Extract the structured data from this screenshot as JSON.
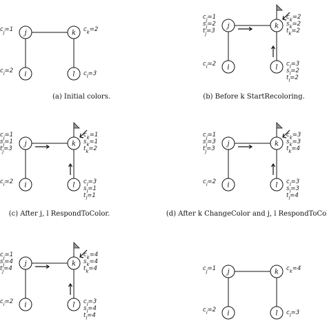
{
  "node_labels": {
    "j": "j",
    "k": "k",
    "i": "i",
    "l": "l"
  },
  "panels": [
    {
      "caption": "(a) Initial colors.",
      "flag": false,
      "arrows": {
        "j_to_k": false,
        "l_to_k": false,
        "flag_arrow": false
      },
      "ann": {
        "j": [
          "cj=1"
        ],
        "k": [
          "ck=2"
        ],
        "i": [
          "ci=2"
        ],
        "l": [
          "cl=3"
        ]
      }
    },
    {
      "caption": "(b) Before k StartRecoloring.",
      "flag": true,
      "arrows": {
        "j_to_k": true,
        "l_to_k": true,
        "flag_arrow": true
      },
      "ann": {
        "j": [
          "cj=1",
          "sj=2",
          "tj=3"
        ],
        "k": [
          "ck=2",
          "sk=2",
          "tk=2"
        ],
        "i": [
          "ci=2"
        ],
        "l": [
          "cl=3",
          "sl=2",
          "tl=2"
        ]
      }
    },
    {
      "caption": "(c) After j, l RespondToColor.",
      "flag": true,
      "arrows": {
        "j_to_k": true,
        "l_to_k": true,
        "flag_arrow": true
      },
      "ann": {
        "j": [
          "cj=1",
          "sj=1",
          "tj=3"
        ],
        "k": [
          "ck=1",
          "sk=1",
          "tk=2"
        ],
        "i": [
          "ci=2"
        ],
        "l": [
          "cl=3",
          "sl=1",
          "tl=1"
        ]
      }
    },
    {
      "caption": "(d) After k ChangeColor and j, l RespondToColor",
      "flag": true,
      "arrows": {
        "j_to_k": true,
        "l_to_k": true,
        "flag_arrow": true
      },
      "ann": {
        "j": [
          "cj=1",
          "sj=3",
          "tj=3"
        ],
        "k": [
          "ck=3",
          "sk=3",
          "tk=4"
        ],
        "i": [
          "ci=2"
        ],
        "l": [
          "cl=3",
          "sl=3",
          "tl=4"
        ]
      }
    },
    {
      "caption": "",
      "flag": true,
      "arrows": {
        "j_to_k": true,
        "l_to_k": true,
        "flag_arrow": true
      },
      "ann": {
        "j": [
          "cj=1",
          "sj=4",
          "tj=4"
        ],
        "k": [
          "ck=4",
          "sk=4",
          "tk=4"
        ],
        "i": [
          "ci=2"
        ],
        "l": [
          "cl=3",
          "sl=4",
          "tl=4"
        ]
      }
    },
    {
      "caption": "",
      "flag": false,
      "arrows": {
        "j_to_k": false,
        "l_to_k": false,
        "flag_arrow": false
      },
      "ann": {
        "j": [
          "cj=1"
        ],
        "k": [
          "ck=4"
        ],
        "i": [
          "ci=2"
        ],
        "l": [
          "cl=3"
        ]
      }
    }
  ]
}
